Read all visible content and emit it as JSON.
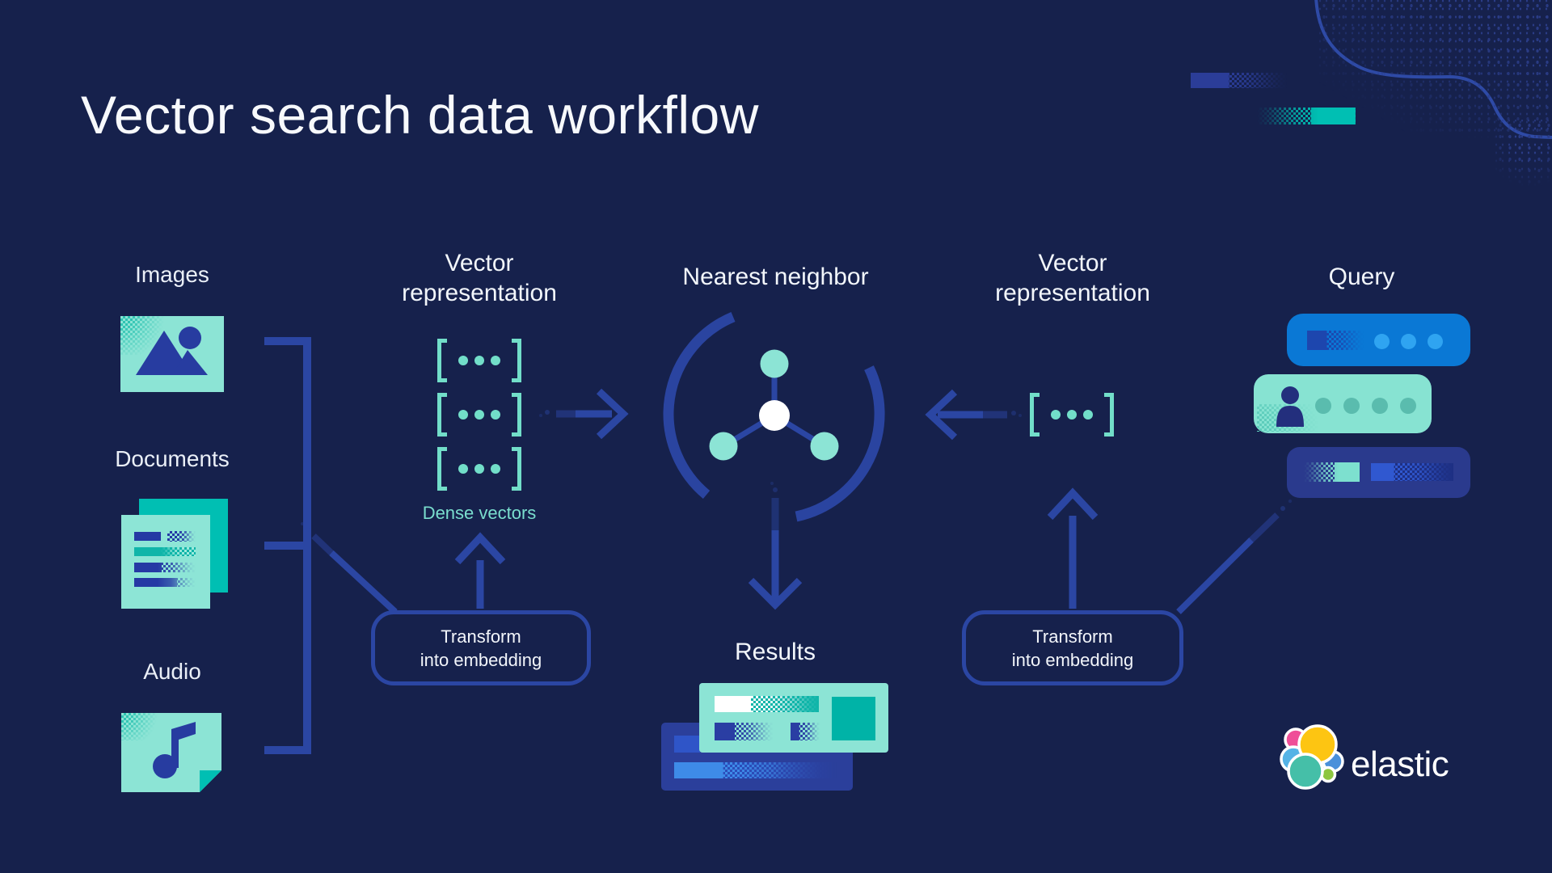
{
  "title": "Vector search data workflow",
  "sources": {
    "items": [
      {
        "label": "Images",
        "icon": "image-photo-icon"
      },
      {
        "label": "Documents",
        "icon": "documents-icon"
      },
      {
        "label": "Audio",
        "icon": "audio-note-icon"
      }
    ]
  },
  "left_pipeline": {
    "heading": "Vector representation",
    "dense_vectors_label": "Dense vectors",
    "vector_rows": 3,
    "transform_box": {
      "line1": "Transform",
      "line2": "into embedding"
    }
  },
  "center": {
    "nearest_neighbor_heading": "Nearest neighbor",
    "graph_icon": "nearest-neighbor-graph-icon",
    "results_heading": "Results"
  },
  "right_pipeline": {
    "heading": "Vector representation",
    "vector_rows": 1,
    "transform_box": {
      "line1": "Transform",
      "line2": "into embedding"
    }
  },
  "query": {
    "heading": "Query",
    "bars": [
      {
        "style": "blue",
        "dots": 3
      },
      {
        "style": "mint",
        "dots": 4,
        "icon": "person-icon"
      },
      {
        "style": "navy",
        "dots": 0
      }
    ]
  },
  "brand": {
    "logo": "elastic-logo",
    "text": "elastic"
  },
  "colors": {
    "background": "#16214C",
    "line_blue": "#2B46A3",
    "mint": "#8CE4D5",
    "bracket_mint": "#72DEC9",
    "teal": "#00BFB3",
    "navy_icon": "#273CA0",
    "query_blue_bar": "#0A78D5",
    "query_navy_bar": "#2A3A8D",
    "results_back_card": "#2B3F9B",
    "white": "#FFFFFF",
    "logo_yellow": "#FDC512",
    "logo_pink": "#EF4E98",
    "logo_light_blue": "#55B3E6",
    "logo_teal": "#45BFA8",
    "logo_green": "#8CC63F"
  }
}
